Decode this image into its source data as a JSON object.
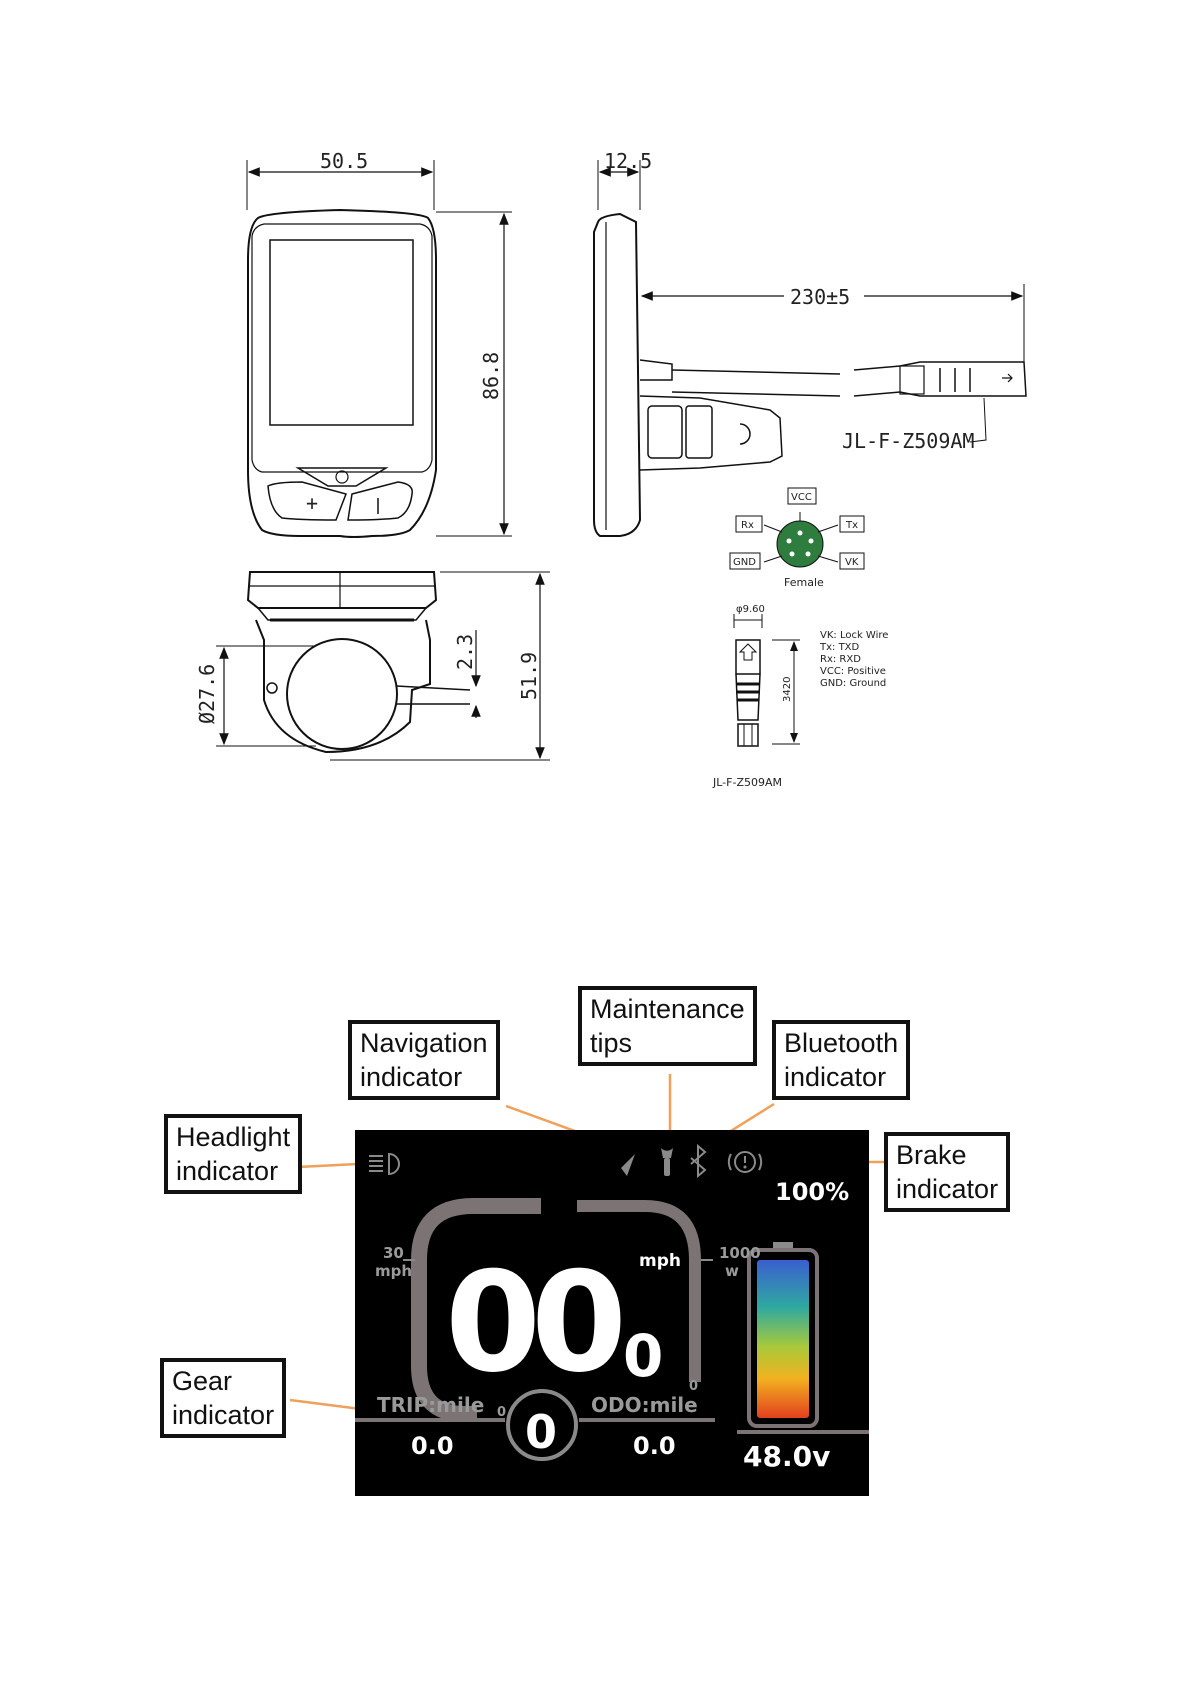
{
  "drawing": {
    "dims": {
      "width": "50.5",
      "depth": "12.5",
      "height": "86.8",
      "cable_length": "230±5",
      "clamp_diameter": "Ø27.6",
      "offset": "2.3",
      "mount_height": "51.9"
    },
    "connector_model": "JL-F-Z509AM",
    "pins": {
      "vcc": "VCC",
      "tx": "Tx",
      "rx": "Rx",
      "gnd": "GND",
      "vk": "VK"
    },
    "pin_type": "Female",
    "plug_diameter": "φ9.60",
    "plug_length": "3420",
    "legend": [
      "VK:  Lock Wire",
      "Tx:  TXD",
      "Rx:  RXD",
      "VCC:  Positive",
      "GND:  Ground"
    ],
    "plug_model": "JL-F-Z509AM"
  },
  "callouts": {
    "navigation": [
      "Navigation",
      "indicator"
    ],
    "maintenance": [
      "Maintenance",
      "tips"
    ],
    "bluetooth": [
      "Bluetooth",
      "indicator"
    ],
    "headlight": [
      "Headlight",
      "indicator"
    ],
    "brake": [
      "Brake",
      "indicator"
    ],
    "gear": [
      "Gear",
      "indicator"
    ]
  },
  "display": {
    "battery_percent": "100%",
    "speed_max": "30",
    "speed_unit": "mph",
    "power_max": "1000",
    "power_unit": "w",
    "speed_value": "00",
    "speed_decimal": "0",
    "speed_label": "mph",
    "speed_zero": "0",
    "power_zero": "0",
    "trip_label": "TRIP:mile",
    "odo_label": "ODO:mile",
    "gear": "0",
    "trip_value": "0.0",
    "odo_value": "0.0",
    "voltage": "48.0v",
    "leader_color": "#f0a05a"
  }
}
